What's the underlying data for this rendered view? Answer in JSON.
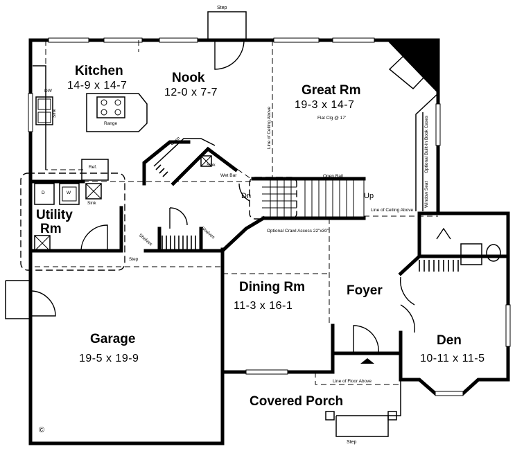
{
  "rooms": {
    "kitchen": {
      "name": "Kitchen",
      "dims": "14-9 x 14-7"
    },
    "nook": {
      "name": "Nook",
      "dims": "12-0 x 7-7"
    },
    "great": {
      "name": "Great Rm",
      "dims": "19-3 x 14-7"
    },
    "utility": {
      "name_line1": "Utility",
      "name_line2": "Rm"
    },
    "dining": {
      "name": "Dining Rm",
      "dims": "11-3 x 16-1"
    },
    "foyer": {
      "name": "Foyer"
    },
    "garage": {
      "name": "Garage",
      "dims": "19-5 x 19-9"
    },
    "den": {
      "name": "Den",
      "dims": "10-11 x 11-5"
    },
    "porch": {
      "name": "Covered Porch"
    }
  },
  "notes": {
    "step_top": "Step",
    "step_utility": "Step",
    "step_porch": "Step",
    "dw": "DW",
    "sink": "Sink",
    "range": "Range",
    "ref": "Ref.",
    "oven": "Oven",
    "wet_sink": "Sink",
    "wet_bar": "Wet Bar",
    "line_ceiling_vertical": "Line of Ceiling Above",
    "flat_clg": "Flat Clg @ 17'",
    "bookcase": "Optional Built-In Book Cases",
    "window_seat": "Window Seat",
    "open_rail": "Open Rail",
    "up": "Up",
    "dn": "Dn",
    "line_ceiling": "Line of Ceiling Above",
    "crawl": "Optional Crawl Access 22\"x30\"",
    "line_floor": "Line of Floor Above",
    "shelves1": "Shelves",
    "shelves2": "Shelves",
    "d": "D",
    "w": "W",
    "util_sink": "Sink",
    "copyright": "©"
  }
}
